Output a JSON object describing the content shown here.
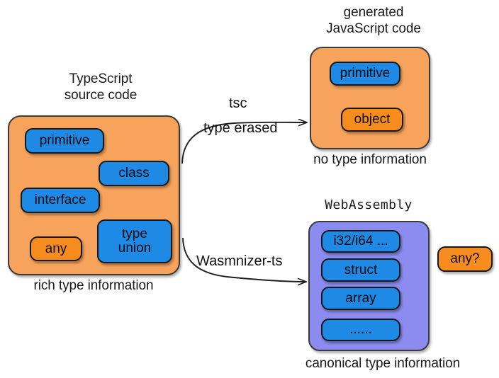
{
  "diagram": {
    "title_typescript": "TypeScript\nsource code",
    "title_javascript": "generated\nJavaScript code",
    "title_webassembly": "WebAssembly",
    "caption_typescript": "rich type information",
    "caption_javascript": "no type information",
    "caption_webassembly": "canonical type information",
    "colors": {
      "orange_container": "#f7a35c",
      "purple_container": "#8c8cf0",
      "chip_blue": "#1e8ae5",
      "chip_orange": "#f78c1e",
      "outline": "#17181a",
      "text": "#111111"
    }
  },
  "typescript_box": {
    "chips": [
      {
        "label": "primitive",
        "kind": "blue"
      },
      {
        "label": "class",
        "kind": "blue"
      },
      {
        "label": "interface",
        "kind": "blue"
      },
      {
        "label": "any",
        "kind": "orange"
      },
      {
        "label": "type\nunion",
        "kind": "blue"
      }
    ]
  },
  "javascript_box": {
    "chips": [
      {
        "label": "primitive",
        "kind": "blue"
      },
      {
        "label": "object",
        "kind": "orange"
      }
    ]
  },
  "webassembly_box": {
    "chips": [
      {
        "label": "i32/i64 ...",
        "kind": "blue"
      },
      {
        "label": "struct",
        "kind": "blue"
      },
      {
        "label": "array",
        "kind": "blue"
      },
      {
        "label": "......",
        "kind": "blue"
      }
    ],
    "external_chip": {
      "label": "any?",
      "kind": "orange"
    }
  },
  "arrows": [
    {
      "id": "tsc",
      "line1": "tsc",
      "line2": "type erased"
    },
    {
      "id": "wasmnizer",
      "line1": "Wasmnizer-ts",
      "line2": ""
    }
  ]
}
